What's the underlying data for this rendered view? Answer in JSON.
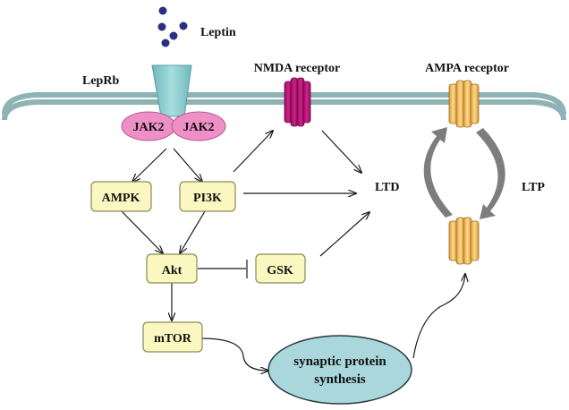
{
  "labels": {
    "leptin": "Leptin",
    "leprb": "LepRb",
    "nmda": "NMDA receptor",
    "ampa": "AMPA receptor",
    "jak2_left": "JAK2",
    "jak2_right": "JAK2",
    "ampk": "AMPK",
    "pi3k": "PI3K",
    "akt": "Akt",
    "gsk": "GSK",
    "mtor": "mTOR",
    "ltd": "LTD",
    "ltp": "LTP",
    "synthesis_line1": "synaptic protein",
    "synthesis_line2": "synthesis"
  },
  "colors": {
    "membrane": "#8fb3b5",
    "membrane_inner": "#ffffff",
    "leptin_dots": "#2b2f82",
    "leprb_fill": "#8ecfd0",
    "jak2_fill": "#ee8fc6",
    "nmda_fill": "#c0127a",
    "ampa_fill": "#f6c56a",
    "node_fill": "#fbf7c0",
    "ellipse_fill": "#a9d7dc",
    "cycle_arrow": "#7d7d7d"
  }
}
